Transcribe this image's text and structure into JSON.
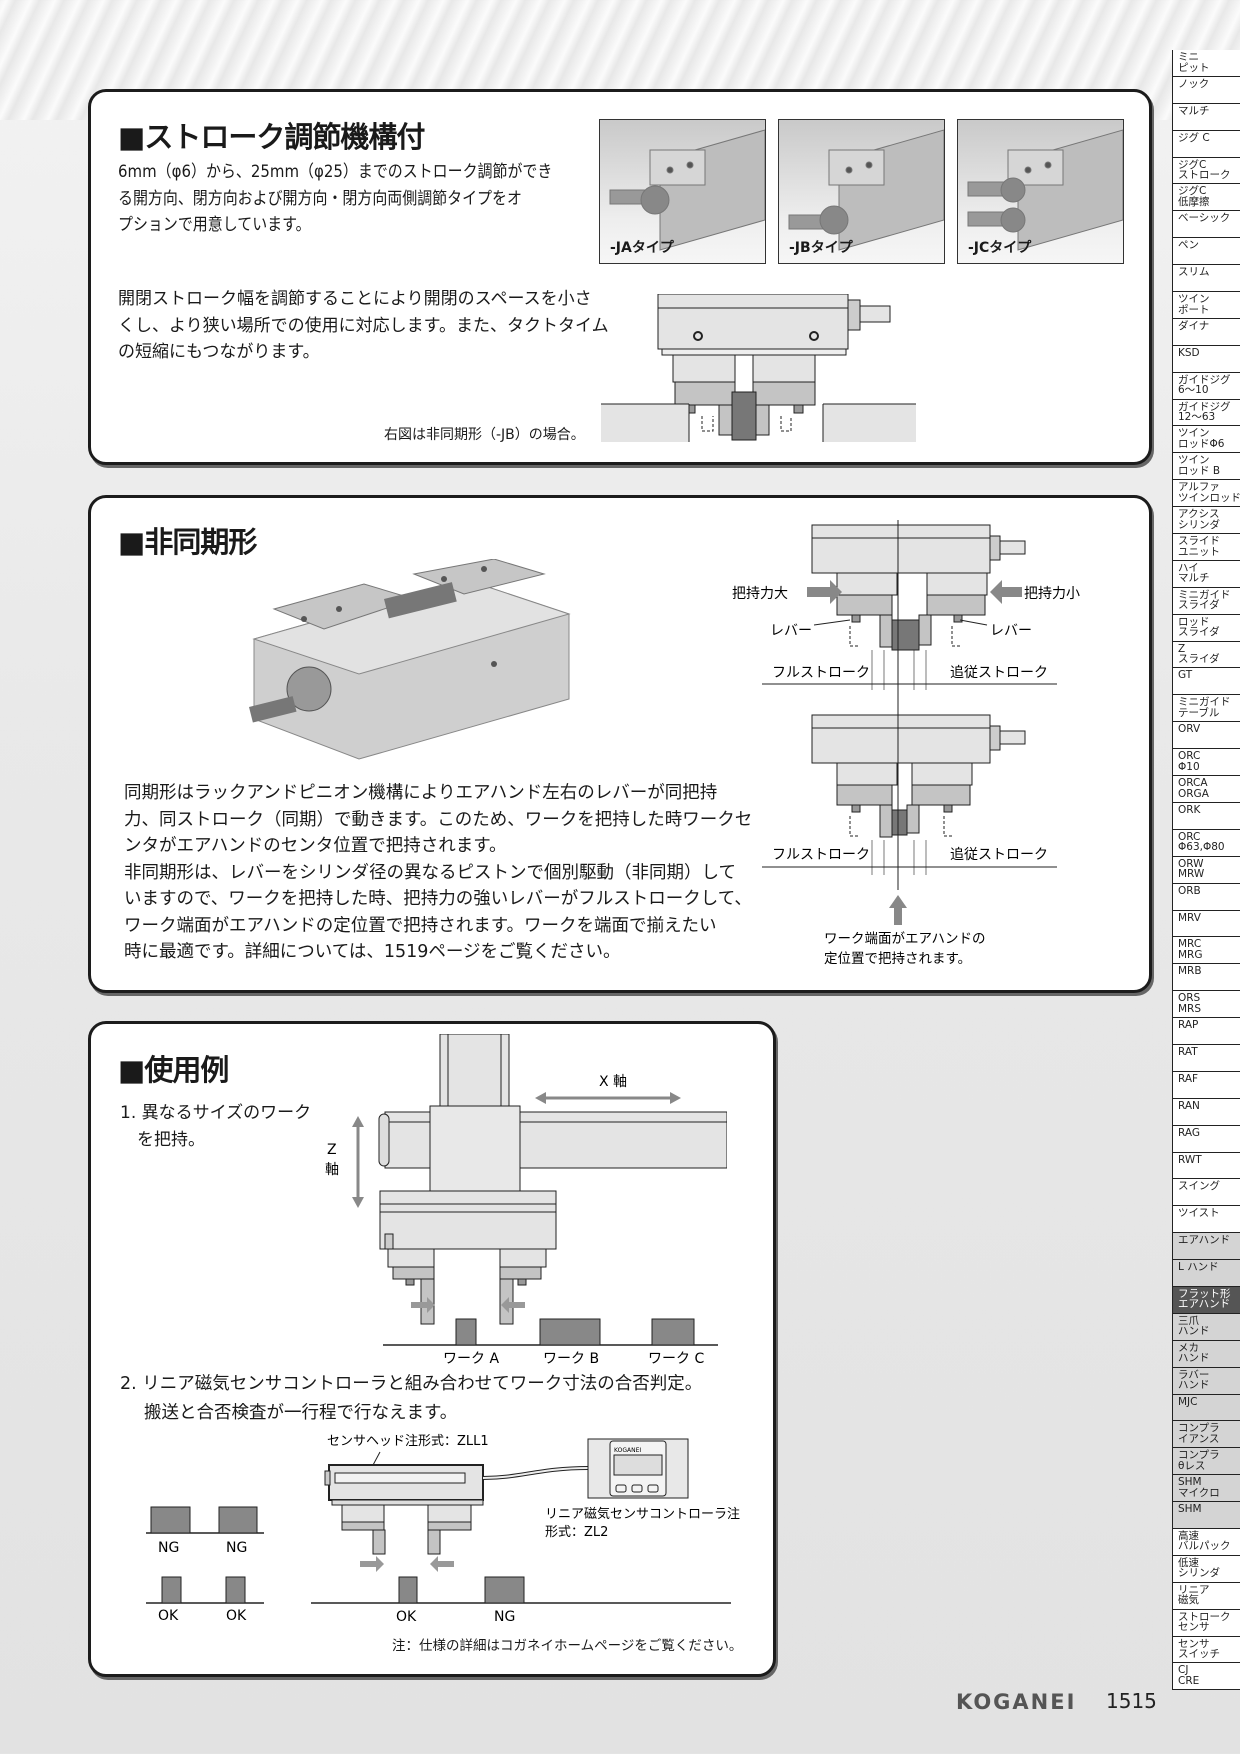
{
  "section1": {
    "title": "■ストローク調節機構付",
    "para1": [
      "6mm（φ6）から、25mm（φ25）までのストローク調節ができ",
      "る開方向、閉方向および開方向・閉方向両側調節タイプをオ",
      "プションで用意しています。"
    ],
    "photos": [
      {
        "label": "-JAタイプ"
      },
      {
        "label": "-JBタイプ"
      },
      {
        "label": "-JCタイプ"
      }
    ],
    "para2": [
      "開閉ストローク幅を調節することにより開閉のスペースを小さ",
      "くし、より狭い場所での使用に対応します。また、タクトタイム",
      "の短縮にもつながります。"
    ],
    "diagram_caption": "右図は非同期形（-JB）の場合。"
  },
  "section2": {
    "title": "■非同期形",
    "para": [
      "同期形はラックアンドピニオン機構によりエアハンド左右のレバーが同把持",
      "力、同ストローク（同期）で動きます。このため、ワークを把持した時ワークセ",
      "ンタがエアハンドのセンタ位置で把持されます。",
      "非同期形は、レバーをシリンダ径の異なるピストンで個別駆動（非同期）して",
      "いますので、ワークを把持した時、把持力の強いレバーがフルストロークして、",
      "ワーク端面がエアハンドの定位置で把持されます。ワークを端面で揃えたい",
      "時に最適です。詳細については、1519ページをご覧ください。"
    ],
    "diagram": {
      "force_large": "把持力大",
      "force_small": "把持力小",
      "lever_left": "レバー",
      "lever_right": "レバー",
      "full_stroke_top": "フルストローク",
      "follow_stroke_top": "追従ストローク",
      "full_stroke_bottom": "フルストローク",
      "follow_stroke_bottom": "追従ストローク",
      "note_line1": "ワーク端面がエアハンドの",
      "note_line2": "定位置で把持されます。"
    }
  },
  "section3": {
    "title": "■使用例",
    "example1": [
      "1. 異なるサイズのワーク",
      "　を把持。"
    ],
    "diagram1": {
      "x_axis": "X 軸",
      "z_axis_1": "Z",
      "z_axis_2": "軸",
      "work_a": "ワーク A",
      "work_b": "ワーク B",
      "work_c": "ワーク C"
    },
    "example2_line1": "2. リニア磁気センサコントローラと組み合わせてワーク寸法の合否判定。",
    "example2_line2": "搬送と合否検査が一行程で行なえます。",
    "diagram2": {
      "sensor_head": "センサヘッド注形式：ZLL1",
      "controller_line1": "リニア磁気センサコントローラ注",
      "controller_line2": "形式：ZL2",
      "controller_brand": "KOGANEI",
      "ng1": "NG",
      "ng2": "NG",
      "ok1": "OK",
      "ok2": "OK",
      "ok3": "OK",
      "ng3": "NG"
    },
    "note": "注：仕様の詳細はコガネイホームページをご覧ください。"
  },
  "sidebar": {
    "tabs": [
      {
        "label": "ミニ\nピット"
      },
      {
        "label": "ノック"
      },
      {
        "label": "マルチ"
      },
      {
        "label": "ジグ C"
      },
      {
        "label": "ジグC\nストローク"
      },
      {
        "label": "ジグC\n低摩擦"
      },
      {
        "label": "ベーシック"
      },
      {
        "label": "ペン"
      },
      {
        "label": "スリム"
      },
      {
        "label": "ツイン\nポート"
      },
      {
        "label": "ダイナ"
      },
      {
        "label": "KSD"
      },
      {
        "label": "ガイドジグ\n6〜10"
      },
      {
        "label": "ガイドジグ\n12〜63"
      },
      {
        "label": "ツイン\nロッドΦ6"
      },
      {
        "label": "ツイン\nロッド B"
      },
      {
        "label": "アルファ\nツインロッド"
      },
      {
        "label": "アクシス\nシリンダ"
      },
      {
        "label": "スライド\nユニット"
      },
      {
        "label": "ハイ\nマルチ"
      },
      {
        "label": "ミニガイド\nスライダ"
      },
      {
        "label": "ロッド\nスライダ"
      },
      {
        "label": "Z\nスライダ"
      },
      {
        "label": "GT"
      },
      {
        "label": "ミニガイド\nテーブル"
      },
      {
        "label": "ORV"
      },
      {
        "label": "ORC\nΦ10"
      },
      {
        "label": "ORCA\nORGA"
      },
      {
        "label": "ORK"
      },
      {
        "label": "ORC\nΦ63,Φ80"
      },
      {
        "label": "ORW\nMRW"
      },
      {
        "label": "ORB"
      },
      {
        "label": "MRV"
      },
      {
        "label": "MRC\nMRG"
      },
      {
        "label": "MRB"
      },
      {
        "label": "ORS\nMRS"
      },
      {
        "label": "RAP"
      },
      {
        "label": "RAT"
      },
      {
        "label": "RAF"
      },
      {
        "label": "RAN"
      },
      {
        "label": "RAG"
      },
      {
        "label": "RWT"
      },
      {
        "label": "スイング"
      },
      {
        "label": "ツイスト"
      },
      {
        "label": "エアハンド",
        "group": true
      },
      {
        "label": "L ハンド",
        "group": true
      },
      {
        "label": "フラット形\nエアハンド",
        "group": true,
        "active": true
      },
      {
        "label": "三爪\nハンド",
        "group": true
      },
      {
        "label": "メカ\nハンド",
        "group": true
      },
      {
        "label": "ラバー\nハンド",
        "group": true
      },
      {
        "label": "MJC",
        "group": true
      },
      {
        "label": "コンプラ\nイアンス",
        "group": true
      },
      {
        "label": "コンプラ\nθレス",
        "group": true
      },
      {
        "label": "SHM\nマイクロ",
        "group": true
      },
      {
        "label": "SHM",
        "group": true
      },
      {
        "label": "高速\nバルパック"
      },
      {
        "label": "低速\nシリンダ"
      },
      {
        "label": "リニア\n磁気"
      },
      {
        "label": "ストローク\nセンサ"
      },
      {
        "label": "センサ\nスイッチ"
      },
      {
        "label": "CJ\nCRE"
      }
    ]
  },
  "footer": {
    "brand": "KOGANEI",
    "page": "1515"
  }
}
